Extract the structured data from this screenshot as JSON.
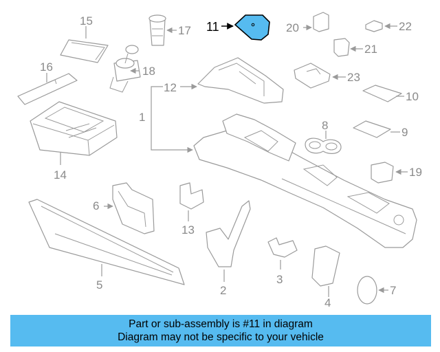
{
  "diagram": {
    "highlighted_part": "11",
    "highlight_color": "#56bbf0",
    "callouts": [
      "1",
      "2",
      "3",
      "4",
      "5",
      "6",
      "7",
      "8",
      "9",
      "10",
      "11",
      "12",
      "13",
      "14",
      "15",
      "16",
      "17",
      "18",
      "19",
      "20",
      "21",
      "22",
      "23"
    ]
  },
  "banner": {
    "line1": "Part or sub-assembly is #11 in diagram",
    "line2": "Diagram may not be specific to your vehicle",
    "color": "#56bbf0"
  }
}
